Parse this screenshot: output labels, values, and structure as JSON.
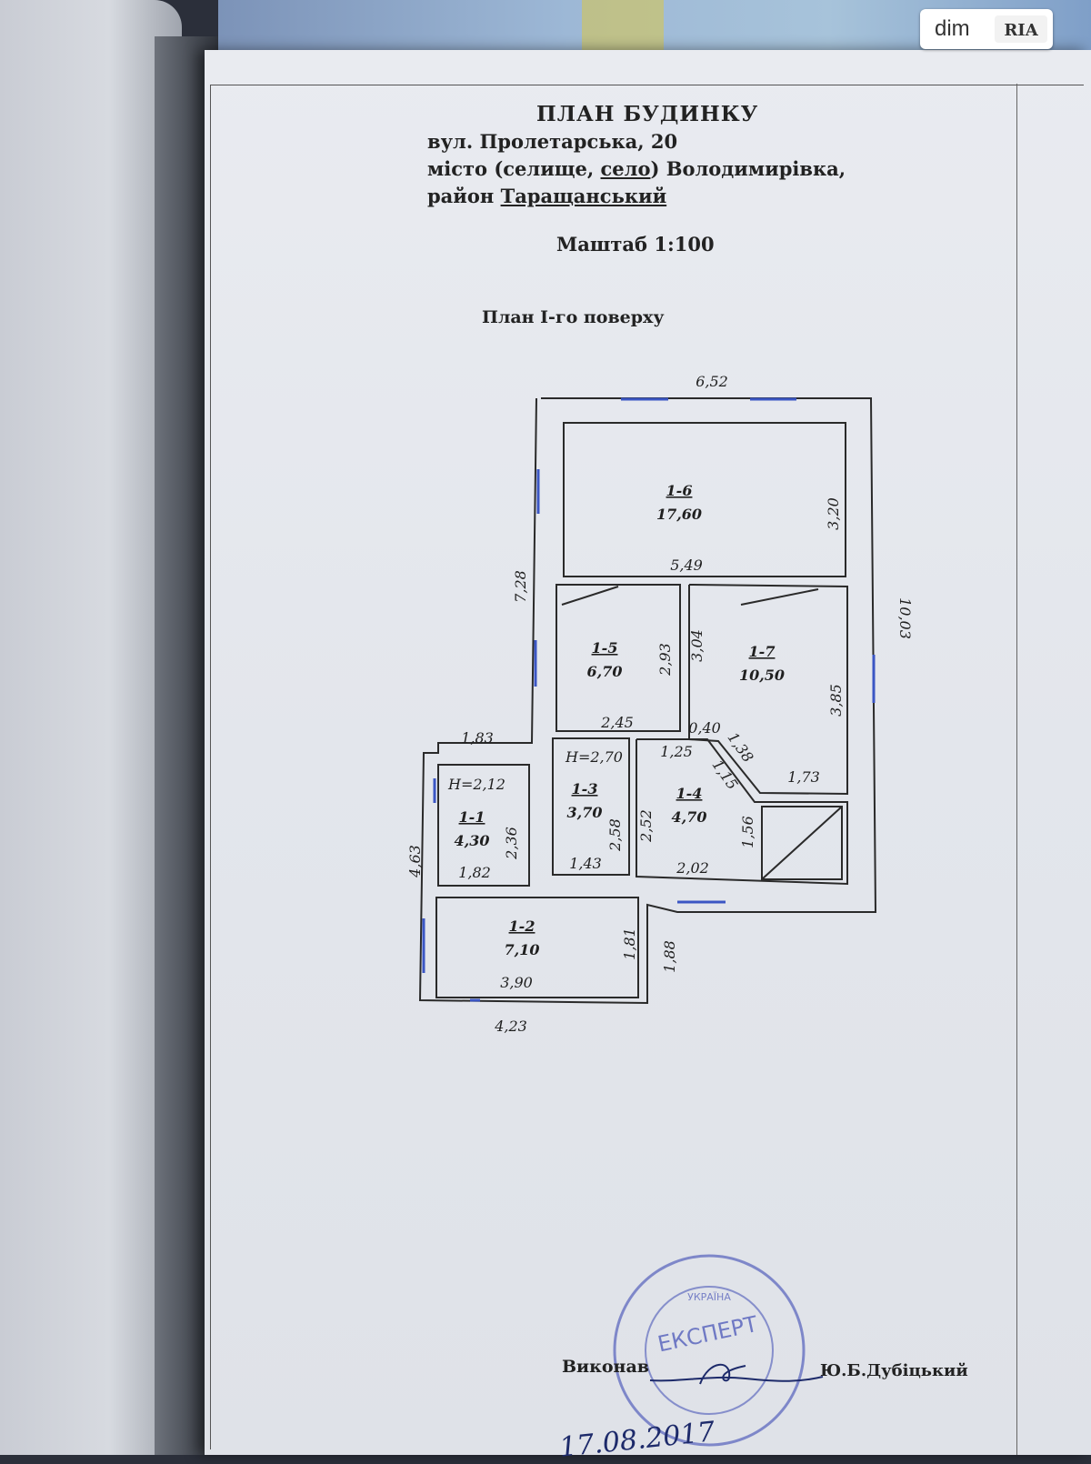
{
  "header": {
    "title": "ПЛАН БУДИНКУ",
    "street": "вул. Пролетарська, 20",
    "city_prefix": "місто (селище, ",
    "city_underlined": "село",
    "city_suffix": ") Володимирівка,",
    "district_prefix": "район ",
    "district_underlined": "Таращанський",
    "scale": "Маштаб 1:100",
    "floor_plan": "План І-го поверху"
  },
  "rooms": [
    {
      "id": "1-6",
      "area": "17,60"
    },
    {
      "id": "1-5",
      "area": "6,70"
    },
    {
      "id": "1-7",
      "area": "10,50"
    },
    {
      "id": "1-1",
      "area": "4,30"
    },
    {
      "id": "1-3",
      "area": "3,70"
    },
    {
      "id": "1-4",
      "area": "4,70"
    },
    {
      "id": "1-2",
      "area": "7,10"
    }
  ],
  "heights": {
    "h1": "Н=2,12",
    "h2": "Н=2,70"
  },
  "dimensions": {
    "top_overall": "6,52",
    "right_overall": "10,03",
    "left_upper": "7,28",
    "room16_height": "3,20",
    "room16_width": "5,49",
    "room15_height": "2,93",
    "room17_left": "3,04",
    "room17_right": "3,85",
    "room15_bottom": "2,45",
    "diag_short": "0,40",
    "diag_mid": "1,38",
    "room14_top": "1,25",
    "room14_diag": "1,15",
    "room17_bottom": "1,73",
    "left_notch": "1,83",
    "room11_height": "2,36",
    "room11_width": "1,82",
    "left_overall": "4,63",
    "room13_height": "2,58",
    "room13_width": "1,43",
    "room14_height": "2,52",
    "room14_stair": "1,56",
    "room14_bottom": "2,02",
    "room12_height": "1,81",
    "room12_width": "3,90",
    "right_lower": "1,88",
    "bottom_overall": "4,23"
  },
  "signature": {
    "label": "Виконав",
    "name": "Ю.Б.Дубіцький",
    "date": "17.08.2017"
  },
  "stamp": {
    "text": "ЕКСПЕРТ",
    "country": "УКРАЇНА"
  },
  "watermark": {
    "dim": "dim",
    "ria": "RIA"
  },
  "colors": {
    "paper": "#e5e8ee",
    "wall": "#2a2a2a",
    "window": "#3b56c4",
    "stamp": "#4a56b8"
  }
}
